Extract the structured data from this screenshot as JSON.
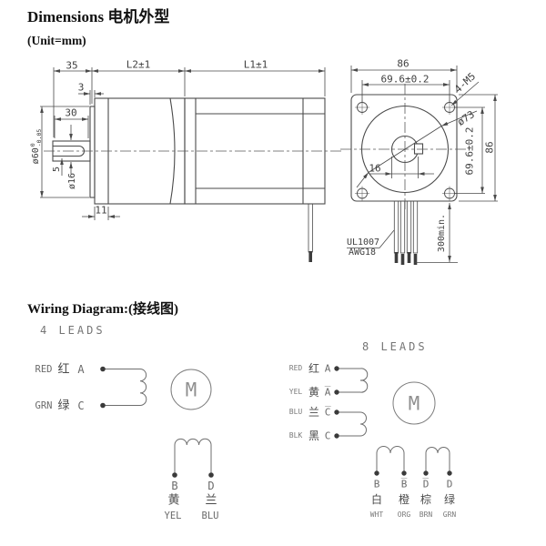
{
  "colors": {
    "line": "#4a4a4a",
    "dim_text": "#3f3f3f",
    "tech_text": "#6b6b6b",
    "motor_letter": "#8f8f8f",
    "background": "#ffffff"
  },
  "header": {
    "title": "Dimensions 电机外型",
    "unit": "(Unit=mm)"
  },
  "side_view": {
    "d35": "35",
    "dL2": "L2±1",
    "dL1": "L1±1",
    "d3": "3",
    "d30": "30",
    "d60": "ø60",
    "d60_sup": "0",
    "d60_sub": "-0.05",
    "d5": "5",
    "d16": "ø16",
    "d11": "11"
  },
  "front_view": {
    "top86": "86",
    "top696": "69.6±0.2",
    "m5": "4-M5",
    "d73": "ø73",
    "right696": "69.6±0.2",
    "right86": "86",
    "d16": "16",
    "d300": "300min.",
    "cable1": "UL1007",
    "cable2": "AWG18"
  },
  "wiring": {
    "title": "Wiring Diagram:(接线图)",
    "four": {
      "label": "4 LEADS",
      "motor": "M",
      "rows": [
        {
          "en": "RED",
          "cn": "红",
          "ph": "A"
        },
        {
          "en": "GRN",
          "cn": "绿",
          "ph": "C"
        }
      ],
      "bottom": [
        {
          "ph": "B",
          "cn": "黄",
          "en": "YEL"
        },
        {
          "ph": "D",
          "cn": "兰",
          "en": "BLU"
        }
      ]
    },
    "eight": {
      "label": "8 LEADS",
      "motor": "M",
      "rows": [
        {
          "en": "RED",
          "cn": "红",
          "ph": "A"
        },
        {
          "en": "YEL",
          "cn": "黄",
          "ph": "A̅"
        },
        {
          "en": "BLU",
          "cn": "兰",
          "ph": "C̅"
        },
        {
          "en": "BLK",
          "cn": "黑",
          "ph": "C"
        }
      ],
      "bottom": [
        {
          "ph": "B",
          "cn": "白",
          "en": "WHT"
        },
        {
          "ph": "B̅",
          "cn": "橙",
          "en": "ORG"
        },
        {
          "ph": "D̅",
          "cn": "棕",
          "en": "BRN"
        },
        {
          "ph": "D",
          "cn": "绿",
          "en": "GRN"
        }
      ]
    }
  }
}
